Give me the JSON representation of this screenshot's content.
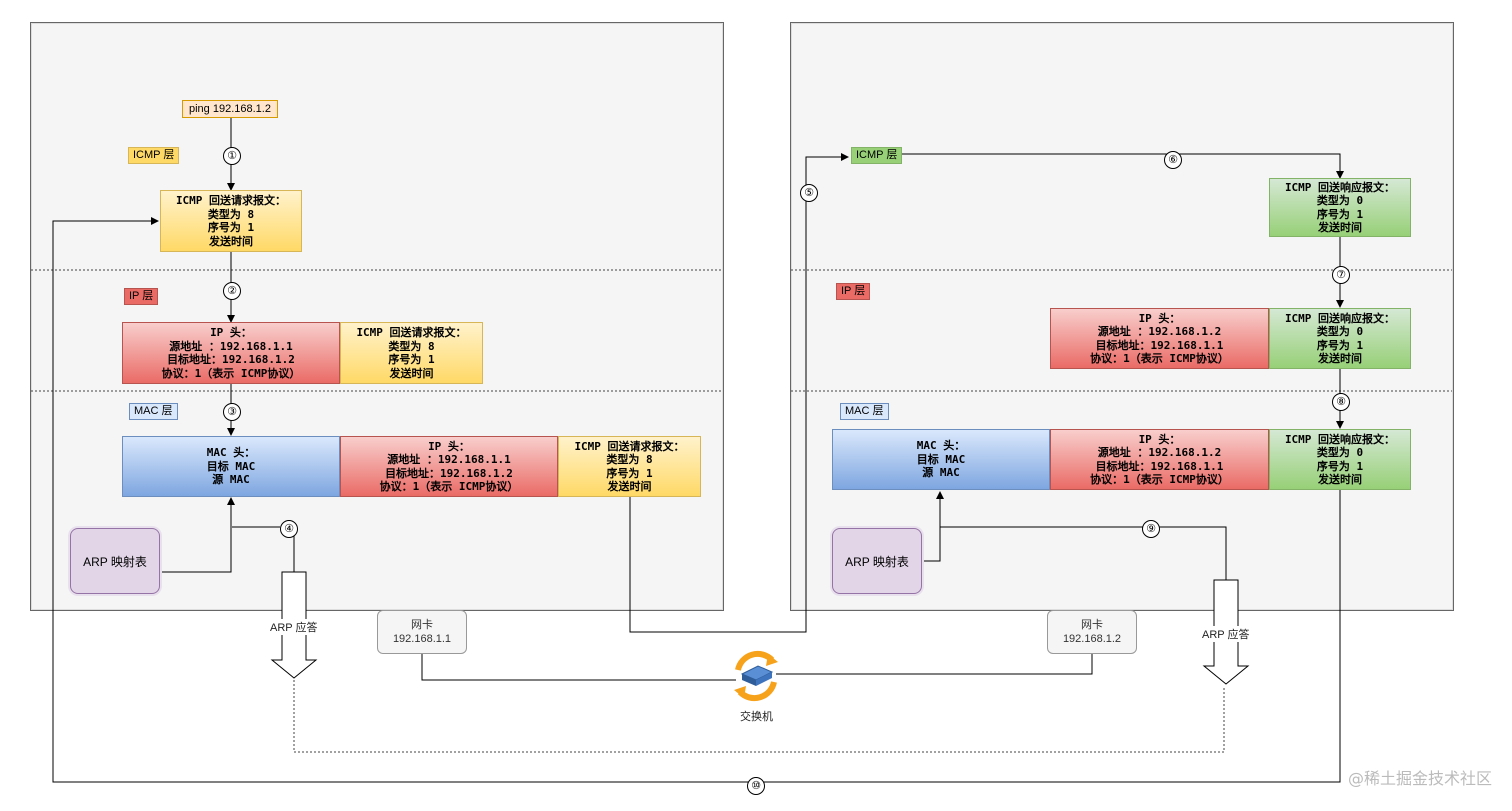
{
  "left": {
    "ping": "ping 192.168.1.2",
    "layers": {
      "icmp": "ICMP 层",
      "ip": "IP 层",
      "mac": "MAC 层"
    },
    "icmp_packet": "ICMP 回送请求报文：\n类型为 8\n序号为 1\n发送时间",
    "ip_header": "IP 头：\n源地址 ：192.168.1.1\n目标地址：192.168.1.2\n协议：1（表示 ICMP协议）",
    "mac_header": "MAC 头：\n目标 MAC\n源 MAC",
    "arp_table": "ARP 映射表",
    "arp_reply": "ARP 应答",
    "nic_title": "网卡",
    "nic_ip": "192.168.1.1"
  },
  "right": {
    "layers": {
      "icmp": "ICMP 层",
      "ip": "IP 层",
      "mac": "MAC 层"
    },
    "icmp_packet": "ICMP 回送响应报文：\n类型为 0\n序号为 1\n发送时间",
    "ip_header": "IP 头：\n源地址 ：192.168.1.2\n目标地址：192.168.1.1\n协议：1（表示 ICMP协议）",
    "mac_header": "MAC 头：\n目标 MAC\n源 MAC",
    "arp_table": "ARP 映射表",
    "arp_reply": "ARP 应答",
    "nic_title": "网卡",
    "nic_ip": "192.168.1.2"
  },
  "switch_label": "交换机",
  "steps": [
    "①",
    "②",
    "③",
    "④",
    "⑤",
    "⑥",
    "⑦",
    "⑧",
    "⑨",
    "⑩"
  ],
  "watermark": "@稀土掘金技术社区",
  "colors": {
    "yellow": "#ffd966",
    "red": "#ea6b66",
    "blue": "#7ea6e0",
    "green": "#97d077",
    "purple": "#e1d5e7"
  }
}
